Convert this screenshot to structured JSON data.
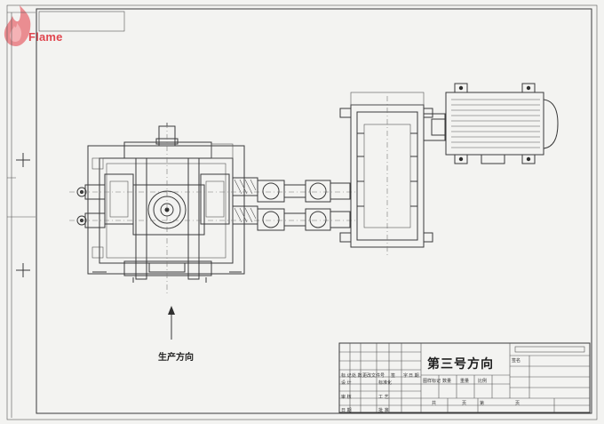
{
  "logo": {
    "text": "Flame"
  },
  "drawing": {
    "production_direction_label": "生产方向",
    "view_title": "第三号方向"
  },
  "title_block": {
    "row_a": [
      "标 记",
      "处 数",
      "更改文件号"
    ],
    "row_a_right": [
      "签",
      "字",
      "日 期"
    ],
    "row_b": [
      "设 计",
      "",
      "标准化"
    ],
    "row_c": [
      "审 核",
      "",
      "工 艺"
    ],
    "row_d": [
      "日 期",
      "",
      "批 准"
    ],
    "stage_headers": [
      "图样标记",
      "数量",
      "重量",
      "比例"
    ],
    "sheet_info": [
      "共",
      "页",
      "第",
      "页"
    ],
    "corner_label": "签名"
  },
  "colors": {
    "logo": "#e0464f",
    "line": "#3a3a3a"
  }
}
